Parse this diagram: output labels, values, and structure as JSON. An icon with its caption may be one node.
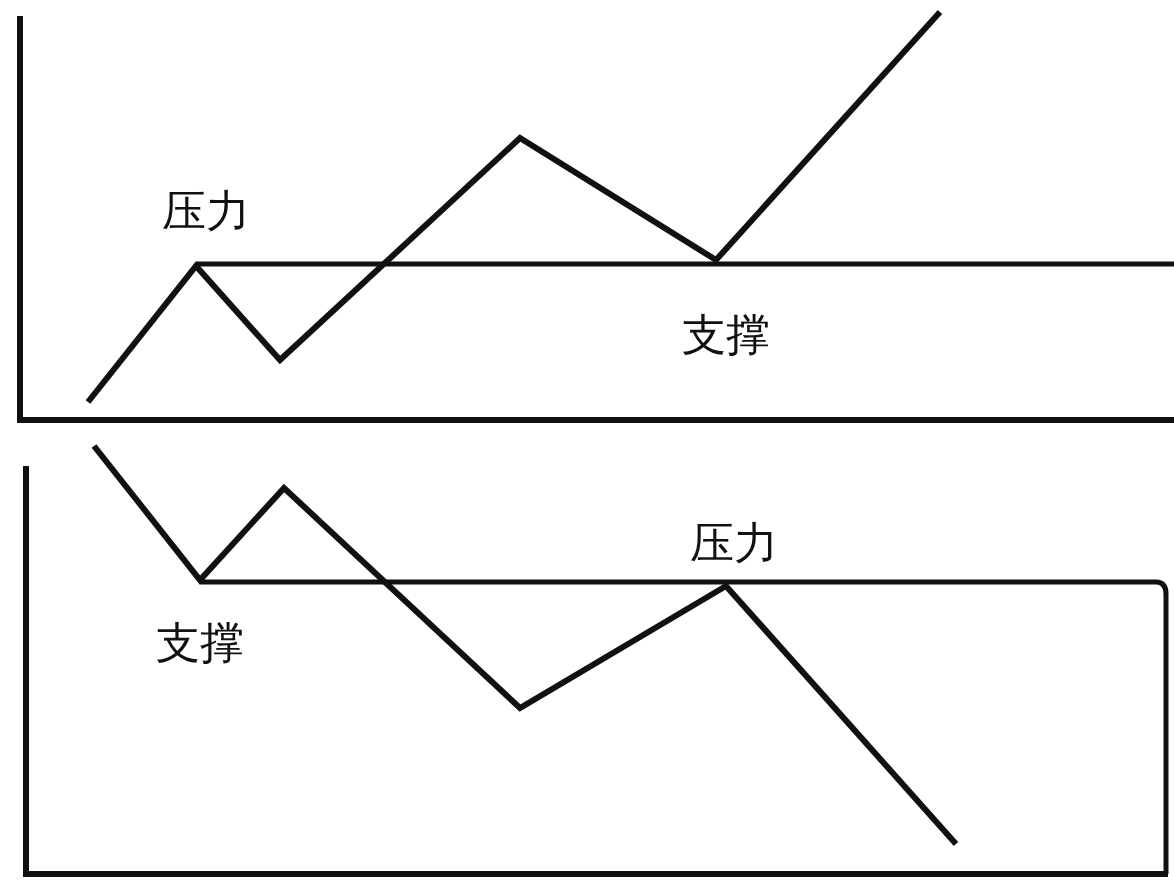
{
  "diagram": {
    "labels": [
      "压力",
      "支撑",
      "压力",
      "支撑"
    ]
  }
}
